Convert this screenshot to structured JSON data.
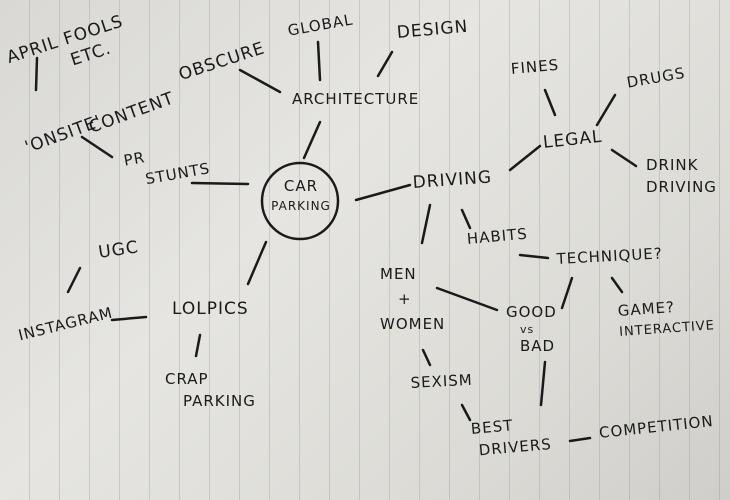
{
  "center": {
    "line1": "CAR",
    "line2": "PARKING"
  },
  "nodes": {
    "april_fools": {
      "line1": "APRIL FOOLS",
      "line2": "ETC."
    },
    "onsite": "'ONSITE'",
    "content": "CONTENT",
    "obscure": "OBSCURE",
    "global": "GLOBAL",
    "design": "DESIGN",
    "architecture": "ARCHITECTURE",
    "pr_stunts": {
      "line1": "PR",
      "line2": "STUNTS"
    },
    "ugc": "UGC",
    "instagram": "INSTAGRAM",
    "lolpics": "LOLPICS",
    "crap_parking": {
      "line1": "CRAP",
      "line2": "PARKING"
    },
    "driving": "DRIVING",
    "legal": "LEGAL",
    "fines": "FINES",
    "drugs": "DRUGS",
    "drink_driving": {
      "line1": "DRINK",
      "line2": "DRIVING"
    },
    "habits": "HABITS",
    "technique": "TECHNIQUE?",
    "men_women": {
      "line1": "MEN",
      "line2": "+",
      "line3": "WOMEN"
    },
    "good_bad": {
      "line1": "GOOD",
      "line2": "vs",
      "line3": "BAD"
    },
    "game": {
      "line1": "GAME?",
      "line2": "INTERACTIVE"
    },
    "sexism": "SEXISM",
    "best_drivers": {
      "line1": "BEST",
      "line2": "DRIVERS"
    },
    "competition": "COMPETITION"
  },
  "ink_color": "#1a1a1a"
}
